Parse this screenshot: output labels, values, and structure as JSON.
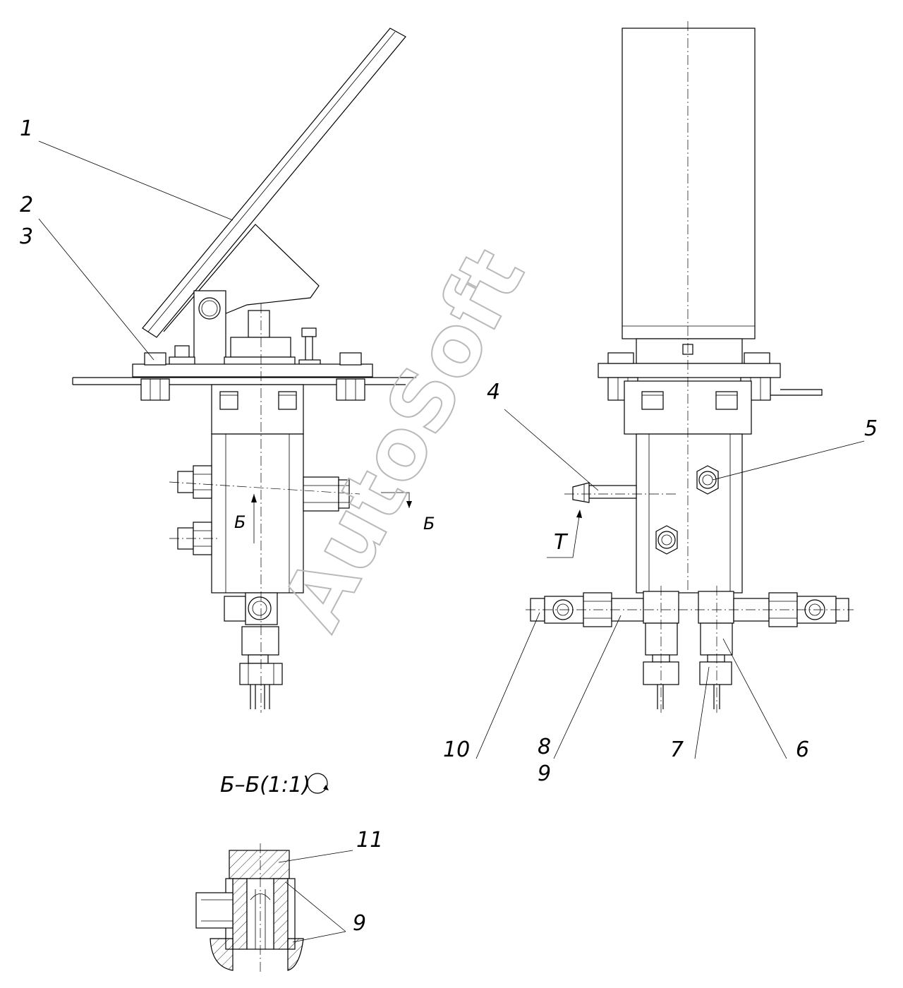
{
  "labels": {
    "l1": "1",
    "l2": "2",
    "l3": "3",
    "l4": "4",
    "l5": "5",
    "l6": "6",
    "l7": "7",
    "l8": "8",
    "l9a": "9",
    "l9b": "9",
    "l10": "10",
    "l11": "11",
    "t": "Т",
    "b_left": "Б",
    "b_right": "Б"
  },
  "section": {
    "title": "Б–Б(1:1)"
  },
  "watermark": "AutoSoft"
}
